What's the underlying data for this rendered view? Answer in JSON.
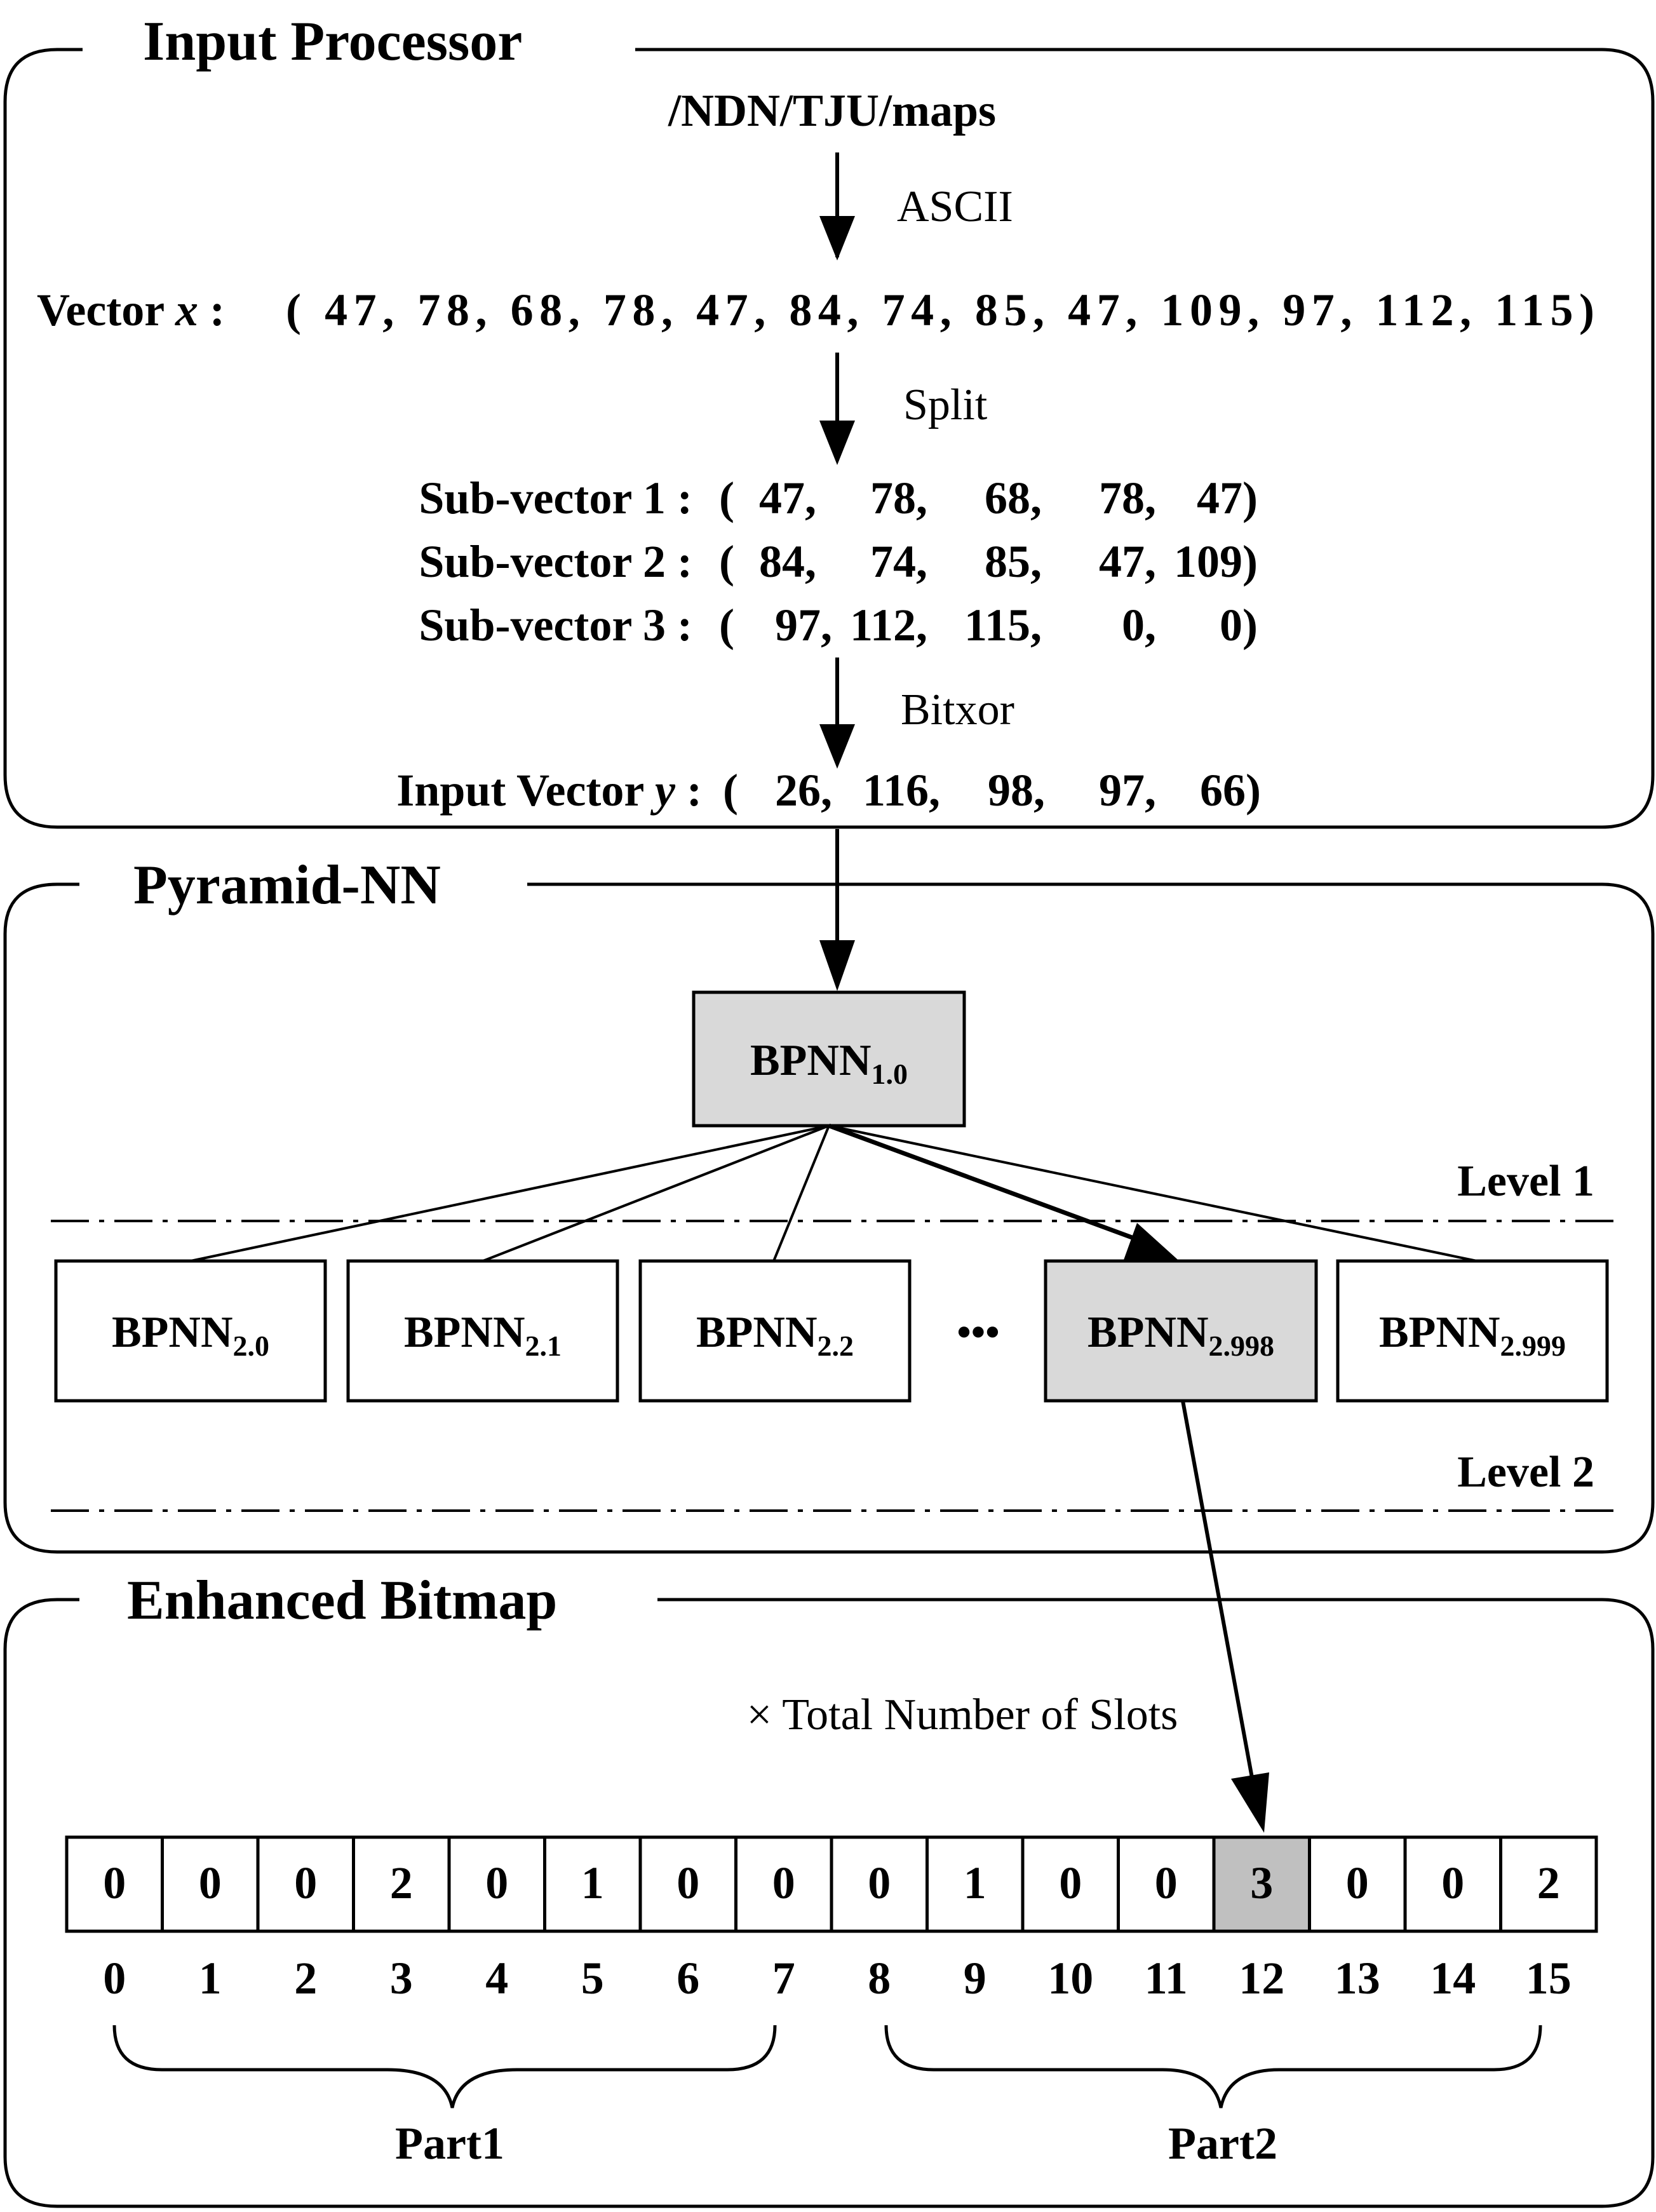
{
  "colors": {
    "stroke": "#000000",
    "highlight": "#d9d9d9",
    "cell_highlight": "#c0c0c0",
    "background": "#ffffff"
  },
  "input_processor": {
    "title": "Input Processor",
    "name": "/NDN/TJU/maps",
    "ascii_label": "ASCII",
    "vector_x_label": "Vector ",
    "vector_x_var": "x",
    "vector_x_colon": " :",
    "vector_x_values": "(  47,  78,  68,  78,  47,  84,  74,  85,  47,  109,  97,  112,  115)",
    "split_label": "Split",
    "sub_vectors": [
      {
        "label": "Sub-vector 1 :",
        "values": [
          "47,",
          "78,",
          "68,",
          "78,",
          "47)"
        ]
      },
      {
        "label": "Sub-vector 2 :",
        "values": [
          "84,",
          "74,",
          "85,",
          "47,",
          "109)"
        ]
      },
      {
        "label": "Sub-vector 3 :",
        "values": [
          "97,",
          "112,",
          "115,",
          "0,",
          "0)"
        ]
      }
    ],
    "bitxor_label": "Bitxor",
    "input_vector_label": "Input Vector ",
    "input_vector_var": "y",
    "input_vector_colon": " :",
    "input_vector_values": [
      "26,",
      "116,",
      "98,",
      "97,",
      "66)"
    ]
  },
  "pyramid_nn": {
    "title": "Pyramid-NN",
    "root": {
      "base": "BPNN",
      "sub": "1.0"
    },
    "level1_label": "Level 1",
    "level2_label": "Level 2",
    "children": [
      {
        "base": "BPNN",
        "sub": "2.0",
        "highlight": false
      },
      {
        "base": "BPNN",
        "sub": "2.1",
        "highlight": false
      },
      {
        "base": "BPNN",
        "sub": "2.2",
        "highlight": false
      },
      {
        "base": "BPNN",
        "sub": "2.998",
        "highlight": true
      },
      {
        "base": "BPNN",
        "sub": "2.999",
        "highlight": false
      }
    ],
    "ellipsis": "•••"
  },
  "enhanced_bitmap": {
    "title": "Enhanced Bitmap",
    "multiply_label": "× Total Number of Slots",
    "slots": [
      0,
      0,
      0,
      2,
      0,
      1,
      0,
      0,
      0,
      1,
      0,
      0,
      3,
      0,
      0,
      2
    ],
    "indices": [
      0,
      1,
      2,
      3,
      4,
      5,
      6,
      7,
      8,
      9,
      10,
      11,
      12,
      13,
      14,
      15
    ],
    "highlight_index": 12,
    "parts": [
      "Part1",
      "Part2"
    ]
  }
}
